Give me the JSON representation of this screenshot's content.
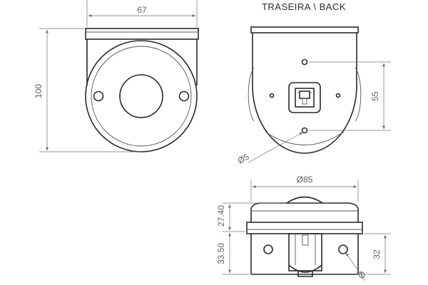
{
  "title": "TRASEIRA \\ BACK",
  "dimensions": {
    "width_front": "67",
    "height_front": "100",
    "hole_spacing_back": "55",
    "hole_diameter": "Ø5",
    "overall_diameter": "Ø85",
    "side_upper_height": "27.40",
    "side_lower_height": "33.50",
    "side_right_height": "32",
    "side_partial_diameter": "Ø"
  },
  "colors": {
    "line": "#2a2a2a",
    "dimension": "#707070"
  }
}
